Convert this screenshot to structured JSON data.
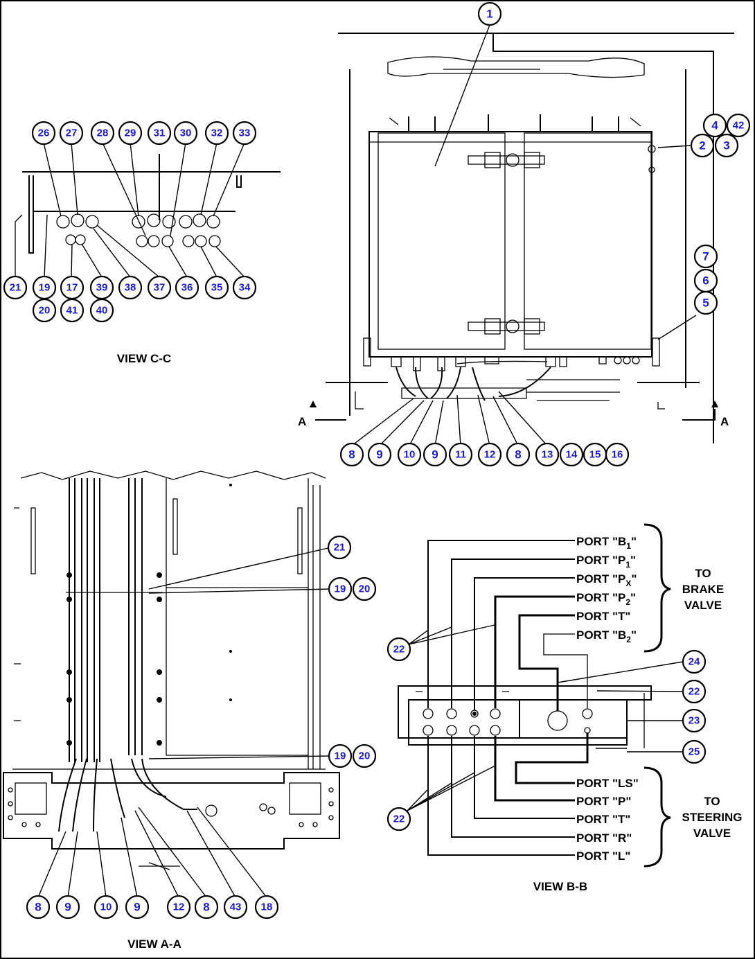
{
  "views": {
    "c_c": "VIEW C-C",
    "a_a": "VIEW A-A",
    "b_b": "VIEW B-B"
  },
  "section_markers": {
    "left": "A",
    "right": "A"
  },
  "callouts": {
    "main": {
      "c1": "1",
      "c4": "4",
      "c42": "42",
      "c2": "2",
      "c3": "3",
      "c7": "7",
      "c6": "6",
      "c5": "5",
      "b8a": "8",
      "b9a": "9",
      "b10": "10",
      "b9b": "9",
      "b11": "11",
      "b12": "12",
      "b8b": "8",
      "b13": "13",
      "b14": "14",
      "b15": "15",
      "b16": "16"
    },
    "view_c": {
      "t26": "26",
      "t27": "27",
      "t28": "28",
      "t29": "29",
      "t31": "31",
      "t30": "30",
      "t32": "32",
      "t33": "33",
      "b21": "21",
      "b19": "19",
      "b17": "17",
      "b39": "39",
      "b38": "38",
      "b37": "37",
      "b36": "36",
      "b35": "35",
      "b34": "34",
      "b20": "20",
      "b41": "41",
      "b40": "40"
    },
    "view_a": {
      "r21": "21",
      "r19a": "19",
      "r20a": "20",
      "r19b": "19",
      "r20b": "20",
      "b8a": "8",
      "b9a": "9",
      "b10": "10",
      "b9b": "9",
      "b12": "12",
      "b8b": "8",
      "b43": "43",
      "b18": "18"
    },
    "view_b": {
      "c22a": "22",
      "c24": "24",
      "c22b": "22",
      "c23": "23",
      "c25": "25",
      "c22c": "22"
    }
  },
  "brake_ports": [
    {
      "pre": "PORT \"B",
      "sub": "1",
      "post": "\""
    },
    {
      "pre": "PORT \"P",
      "sub": "1",
      "post": "\""
    },
    {
      "pre": "PORT \"P",
      "sub": "X",
      "post": "\""
    },
    {
      "pre": "PORT \"P",
      "sub": "2",
      "post": "\""
    },
    {
      "pre": "PORT \"T\"",
      "sub": "",
      "post": ""
    },
    {
      "pre": "PORT \"B",
      "sub": "2",
      "post": "\""
    }
  ],
  "steering_ports": [
    "PORT \"LS\"",
    "PORT \"P\"",
    "PORT \"T\"",
    "PORT \"R\"",
    "PORT \"L\""
  ],
  "brake_valve": [
    "TO",
    "BRAKE",
    "VALVE"
  ],
  "steering_valve": [
    "TO",
    "STEERING",
    "VALVE"
  ]
}
